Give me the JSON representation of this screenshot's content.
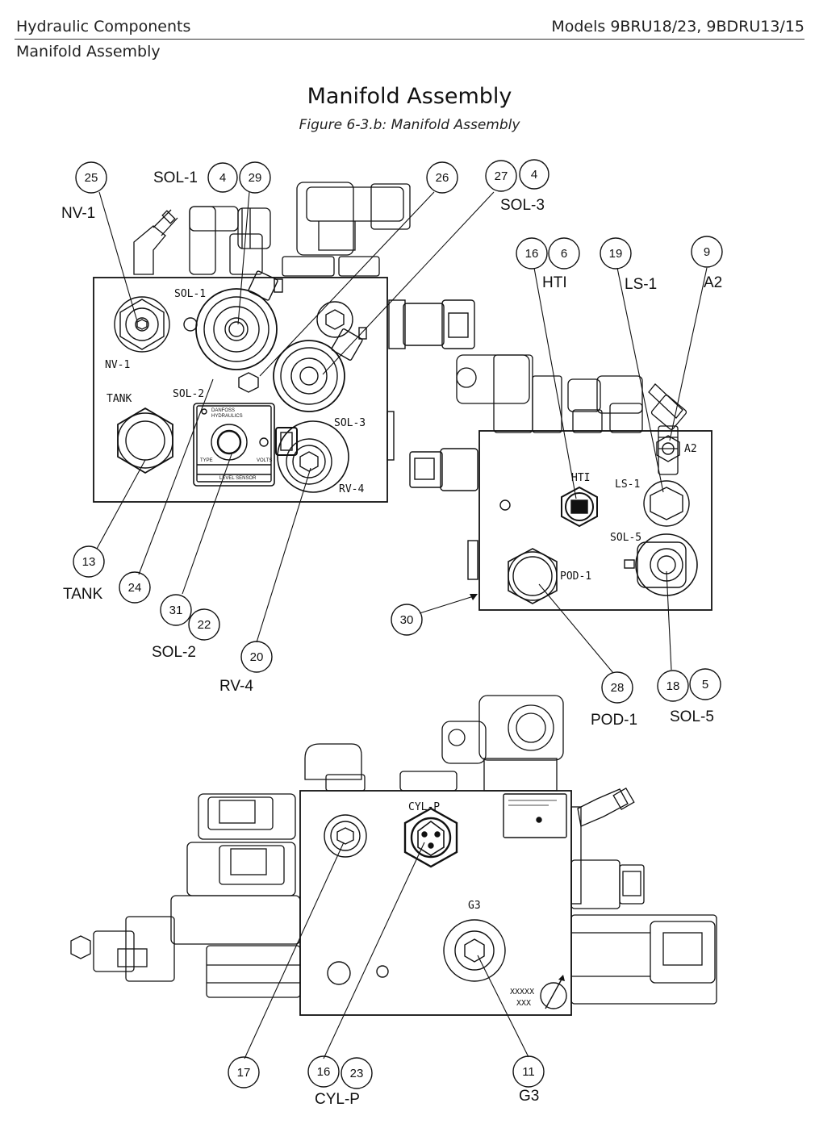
{
  "header": {
    "left": "Hydraulic Components",
    "right": "Models 9BRU18/23, 9BDRU13/15",
    "subsection": "Manifold Assembly"
  },
  "title": "Manifold Assembly",
  "caption": "Figure 6-3.b: Manifold Assembly",
  "views": {
    "top_left": {
      "balloons": [
        "25",
        "4",
        "29",
        "26",
        "27",
        "4",
        "13",
        "24",
        "31",
        "22",
        "20"
      ],
      "callout_labels": [
        "NV-1",
        "SOL-1",
        "SOL-3",
        "TANK",
        "SOL-2",
        "RV-4"
      ],
      "plate_labels": [
        "SOL-1",
        "NV-1",
        "TANK",
        "SOL-2",
        "SOL-3",
        "RV-4"
      ],
      "sticker": [
        "DANFOSS",
        "HYDRAULICS",
        "TYPE",
        "VOLTS",
        "LEVEL SENSOR"
      ]
    },
    "right": {
      "balloons": [
        "16",
        "6",
        "19",
        "9",
        "30",
        "28",
        "18",
        "5"
      ],
      "callout_labels": [
        "HTI",
        "LS-1",
        "A2",
        "POD-1",
        "SOL-5"
      ],
      "plate_labels": [
        "A2",
        "HTI",
        "LS-1",
        "SOL-5",
        "POD-1"
      ]
    },
    "bottom": {
      "balloons": [
        "17",
        "16",
        "23",
        "11"
      ],
      "callout_labels": [
        "CYL-P",
        "G3"
      ],
      "plate_labels": [
        "CYL-P",
        "G3"
      ],
      "stamp": [
        "XXXXX",
        "XXX"
      ]
    }
  }
}
